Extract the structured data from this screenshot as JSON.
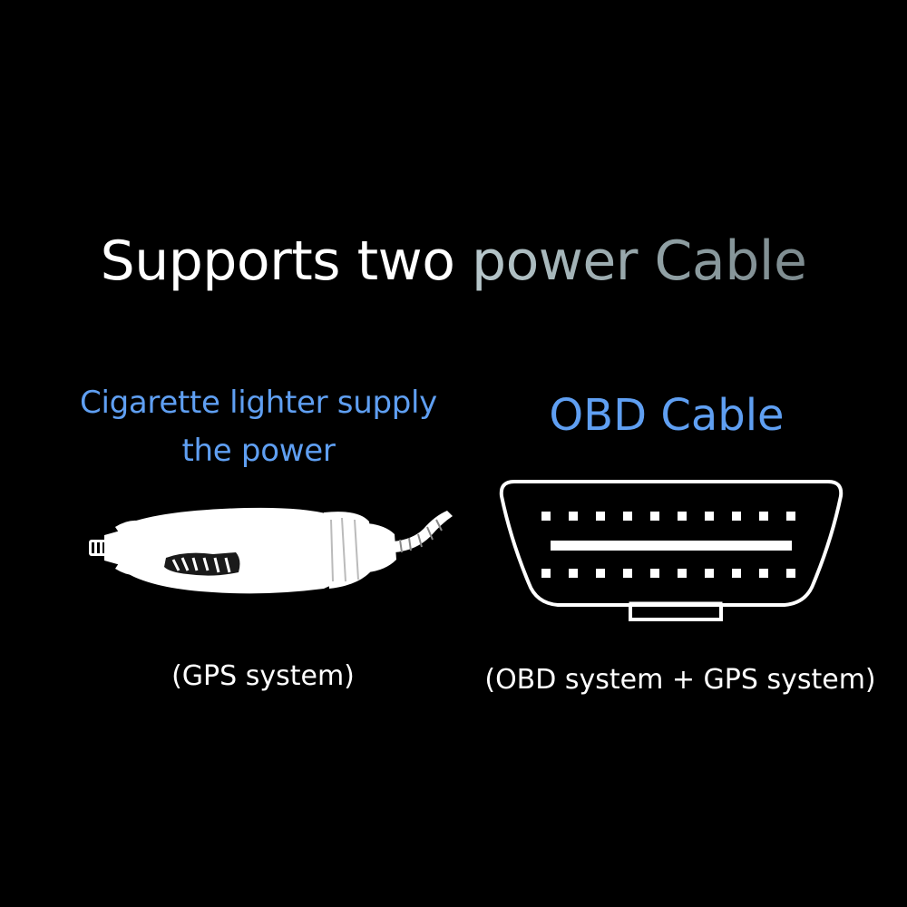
{
  "headline": {
    "part1": "Supports two ",
    "part2": "power Cable"
  },
  "left_option": {
    "caption_line1": "Cigarette lighter supply",
    "caption_line2": "the power",
    "note": "(GPS system)",
    "icon": "car-cigarette-lighter-plug-icon"
  },
  "right_option": {
    "caption": "OBD Cable",
    "note": "(OBD system + GPS system)",
    "icon": "obd-connector-icon"
  },
  "colors": {
    "background": "#000000",
    "accent_blue": "#5f9ff2",
    "headline_white": "#ffffff",
    "headline_gray": "#9aa9ad"
  }
}
